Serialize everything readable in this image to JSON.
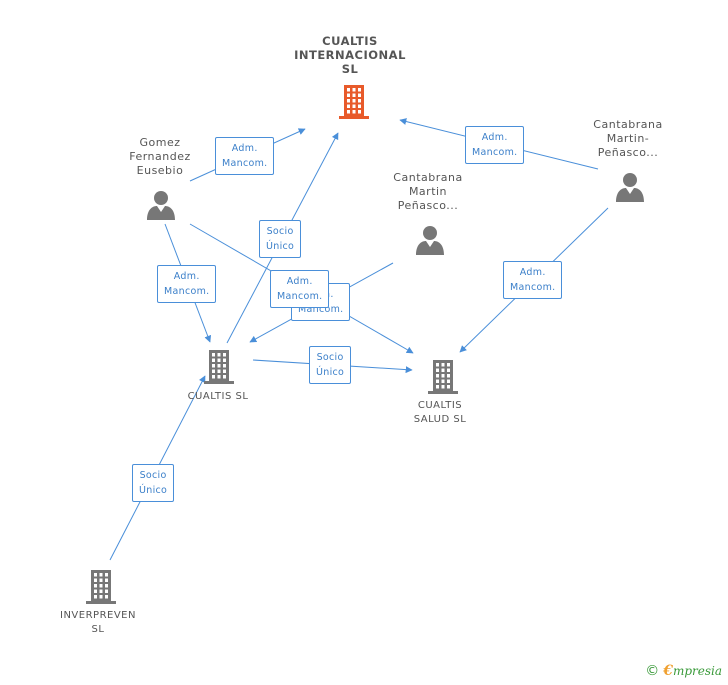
{
  "colors": {
    "edge": "#4a8fd9",
    "main_company": "#e85a2a",
    "node": "#777777"
  },
  "nodes": {
    "cualtis_internacional": {
      "lines": [
        "CUALTIS",
        "INTERNACIONAL",
        "SL"
      ],
      "icon": "building-icon",
      "main": true
    },
    "gomez": {
      "lines": [
        "Gomez",
        "Fernandez",
        "Eusebio"
      ],
      "icon": "person-icon"
    },
    "cantabrana_mid": {
      "lines": [
        "Cantabrana",
        "Martin",
        "Peñasco..."
      ],
      "icon": "person-icon"
    },
    "cantabrana_right": {
      "lines": [
        "Cantabrana",
        "Martin-",
        "Peñasco..."
      ],
      "icon": "person-icon"
    },
    "cualtis_sl": {
      "lines": [
        "CUALTIS  SL"
      ],
      "icon": "building-icon"
    },
    "cualtis_salud": {
      "lines": [
        "CUALTIS",
        "SALUD  SL"
      ],
      "icon": "building-icon"
    },
    "inverpreven": {
      "lines": [
        "INVERPREVEN",
        "SL"
      ],
      "icon": "building-icon"
    }
  },
  "edges": [
    {
      "id": "e1",
      "from": "gomez",
      "to": "cualtis_internacional",
      "label": [
        "Adm.",
        "Mancom."
      ]
    },
    {
      "id": "e2",
      "from": "cantabrana_right",
      "to": "cualtis_internacional",
      "label": [
        "Adm.",
        "Mancom."
      ]
    },
    {
      "id": "e3",
      "from": "cualtis_sl",
      "to": "cualtis_internacional",
      "label": [
        "Socio",
        "Único"
      ]
    },
    {
      "id": "e4",
      "from": "gomez",
      "to": "cualtis_sl",
      "label": [
        "Adm.",
        "Mancom."
      ]
    },
    {
      "id": "e5",
      "from": "cantabrana_mid",
      "to": "cualtis_sl",
      "label": [
        "Adm.",
        "Mancom."
      ]
    },
    {
      "id": "e6",
      "from": "gomez",
      "to": "cualtis_salud",
      "label": [
        "Adm.",
        "Mancom."
      ]
    },
    {
      "id": "e7",
      "from": "cualtis_sl",
      "to": "cualtis_salud",
      "label": [
        "Socio",
        "Único"
      ]
    },
    {
      "id": "e8",
      "from": "cantabrana_right",
      "to": "cualtis_salud",
      "label": [
        "Adm.",
        "Mancom."
      ]
    },
    {
      "id": "e9",
      "from": "inverpreven",
      "to": "cualtis_sl",
      "label": [
        "Socio",
        "Único"
      ]
    }
  ],
  "footer": {
    "copyright": "©",
    "brand_initial": "€",
    "brand_rest": "mpresia"
  }
}
